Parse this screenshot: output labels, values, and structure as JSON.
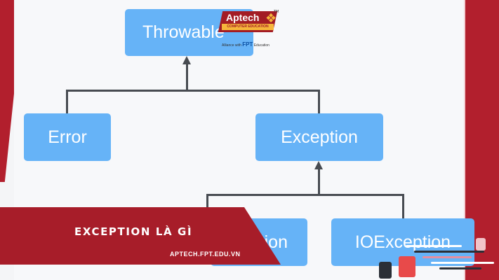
{
  "diagram": {
    "nodes": {
      "throwable": "Throwable",
      "error": "Error",
      "exception": "Exception",
      "runtime_exception_partial": "ion",
      "ioexception": "IOException"
    }
  },
  "logo": {
    "brand": "Aptech",
    "tagline": "COMPUTER EDUCATION",
    "alliance_prefix": "Alliance with",
    "alliance_brand": "FPT",
    "alliance_suffix": "Education"
  },
  "banner": {
    "title": "EXCEPTION LÀ GÌ",
    "url": "APTECH.FPT.EDU.VN"
  },
  "colors": {
    "node": "#66b3f7",
    "connector": "#474b51",
    "brand_red": "#a71d29",
    "logo_accent": "#f6b63b"
  },
  "icons": [
    "paw-icon",
    "html-file-icon",
    "css-file-icon",
    "code-lines-illustration"
  ]
}
